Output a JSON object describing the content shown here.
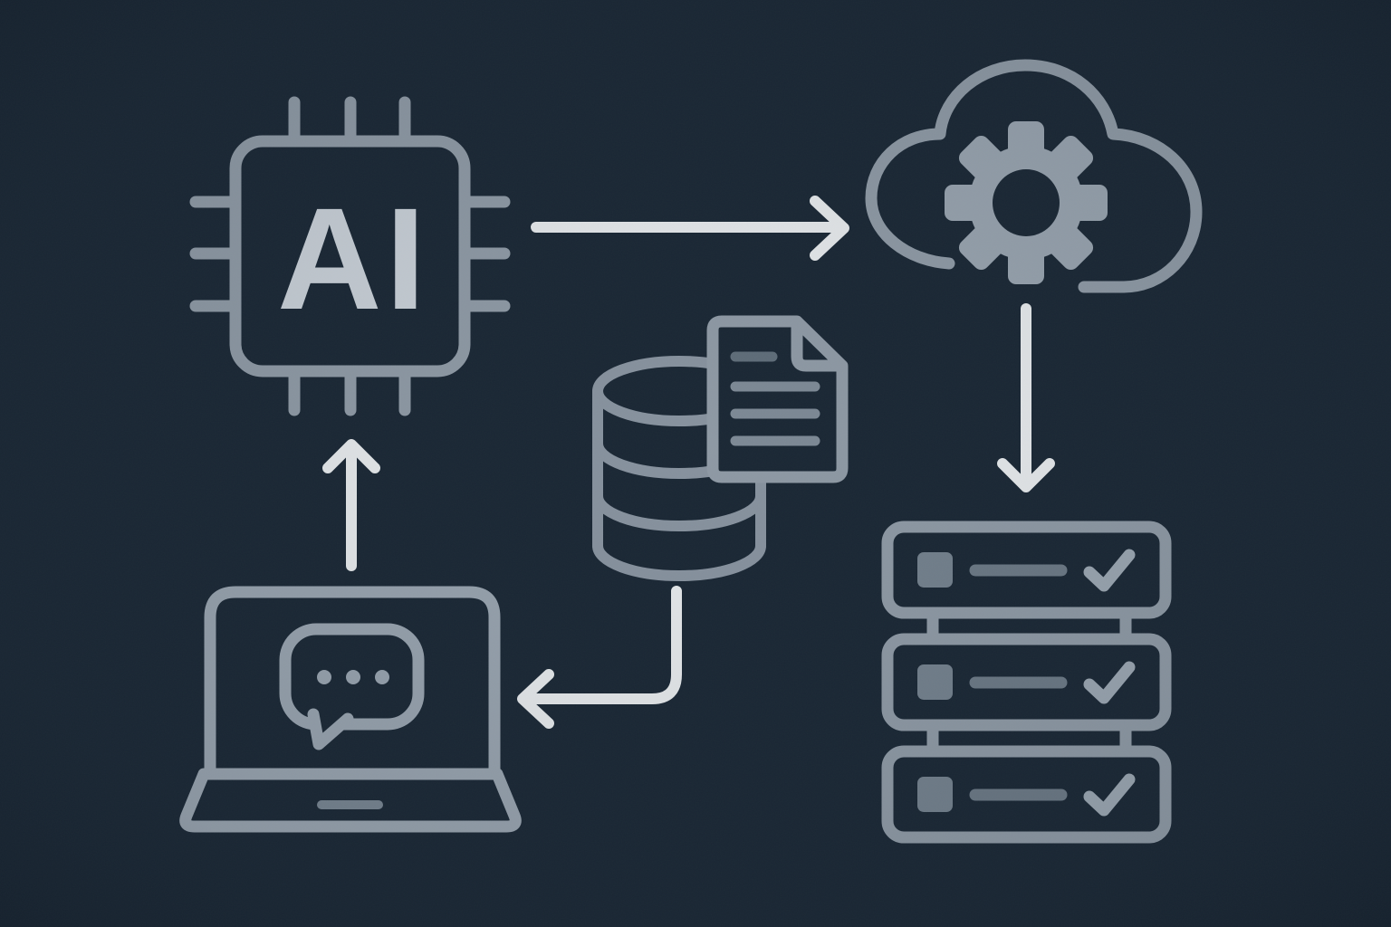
{
  "illustration": {
    "description": "AI data-flow diagram illustration on dark navy background",
    "background_color": "#1a2734",
    "palette": {
      "outline_grey": "#8e99a4",
      "mid_grey": "#97a2ad",
      "database_grey": "#87929e",
      "detail_grey": "#6e7b87",
      "detail_dark_grey": "#5f6d79",
      "server_square_grey": "#73808c",
      "arrow_white": "#e5e8ea",
      "chip_label_grey": "#c7ced5"
    },
    "nodes": [
      {
        "id": "ai-chip",
        "icon": "cpu-chip-icon",
        "label": "AI",
        "position": "top-left",
        "pins_per_side": 3
      },
      {
        "id": "cloud-processing",
        "icon": "cloud-gear-icon",
        "label": "",
        "position": "top-right",
        "gear_teeth": 8
      },
      {
        "id": "database",
        "icon": "database-document-icon",
        "label": "",
        "position": "center",
        "document_text_lines": 4
      },
      {
        "id": "laptop-chat",
        "icon": "laptop-chat-icon",
        "label": "",
        "position": "bottom-left",
        "chat_dots": 3
      },
      {
        "id": "server-stack",
        "icon": "server-stack-icon",
        "label": "",
        "position": "bottom-right",
        "server_count": 3,
        "server_status": "checkmark"
      }
    ],
    "edges": [
      {
        "from": "ai-chip",
        "to": "cloud-processing",
        "direction": "right",
        "style": "straight-arrow"
      },
      {
        "from": "cloud-processing",
        "to": "server-stack",
        "direction": "down",
        "style": "straight-arrow"
      },
      {
        "from": "database",
        "to": "laptop-chat",
        "direction": "down-then-left",
        "style": "elbow-arrow"
      },
      {
        "from": "laptop-chat",
        "to": "ai-chip",
        "direction": "up",
        "style": "straight-arrow"
      }
    ]
  }
}
